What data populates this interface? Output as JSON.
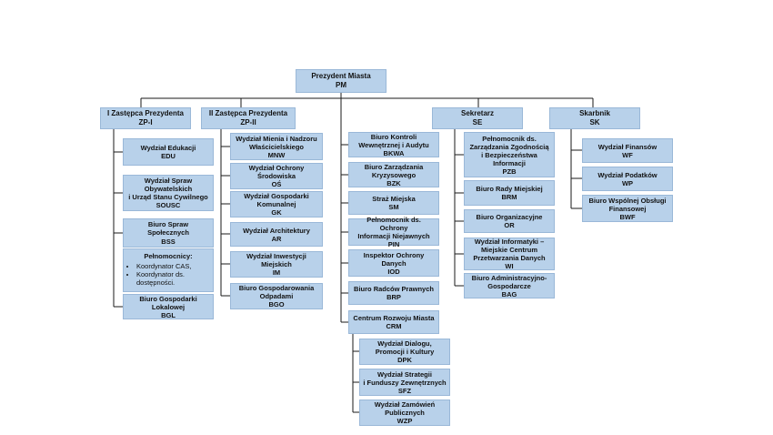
{
  "top": {
    "name": "Prezydent Miasta",
    "abbr": "PM"
  },
  "columns": [
    {
      "head": {
        "name": "I Zastępca Prezydenta",
        "abbr": "ZP-I"
      },
      "items": [
        {
          "name": "Wydział Edukacji",
          "abbr": "EDU"
        },
        {
          "name": "Wydział Spraw\nObywatelskich\ni Urząd Stanu Cywilnego",
          "abbr": "SOUSC"
        },
        {
          "name": "Biuro Spraw Społecznych",
          "abbr": "BSS"
        },
        {
          "name": "Biuro Gospodarki\nLokalowej",
          "abbr": "BGL"
        }
      ],
      "plenipotentiaries": {
        "title": "Pełnomocnicy:",
        "list": [
          "Koordynator CAS,",
          "Koordynator ds. dostępności."
        ]
      }
    },
    {
      "head": {
        "name": "II Zastępca Prezydenta",
        "abbr": "ZP-II"
      },
      "items": [
        {
          "name": "Wydział Mienia i Nadzoru\nWłaścicielskiego",
          "abbr": "MNW"
        },
        {
          "name": "Wydział Ochrony\nŚrodowiska",
          "abbr": "OŚ"
        },
        {
          "name": "Wydział Gospodarki\nKomunalnej",
          "abbr": "GK"
        },
        {
          "name": "Wydział Architektury",
          "abbr": "AR"
        },
        {
          "name": "Wydział Inwestycji\nMiejskich",
          "abbr": "IM"
        },
        {
          "name": "Biuro Gospodarowania\nOdpadami",
          "abbr": "BGO"
        }
      ]
    },
    {
      "items": [
        {
          "name": "Biuro Kontroli\nWewnętrznej i Audytu",
          "abbr": "BKWA"
        },
        {
          "name": "Biuro Zarządzania\nKryzysowego",
          "abbr": "BZK"
        },
        {
          "name": "Straż Miejska",
          "abbr": "SM"
        },
        {
          "name": "Pełnomocnik ds. Ochrony\nInformacji Niejawnych",
          "abbr": "PIN"
        },
        {
          "name": "Inspektor Ochrony\nDanych",
          "abbr": "IOD"
        },
        {
          "name": "Biuro Radców Prawnych",
          "abbr": "BRP"
        },
        {
          "name": "Centrum Rozwoju Miasta",
          "abbr": "CRM"
        }
      ],
      "sub_items": [
        {
          "name": "Wydział Dialogu,\nPromocji i Kultury",
          "abbr": "DPK"
        },
        {
          "name": "Wydział Strategii\ni Funduszy Zewnętrznych",
          "abbr": "SFZ"
        },
        {
          "name": "Wydział Zamówień\nPublicznych",
          "abbr": "WZP"
        }
      ]
    },
    {
      "head": {
        "name": "Sekretarz",
        "abbr": "SE"
      },
      "items": [
        {
          "name": "Pełnomocnik ds.\nZarządzania Zgodnością\ni Bezpieczeństwa\nInformacji",
          "abbr": "PZB"
        },
        {
          "name": "Biuro Rady Miejskiej",
          "abbr": "BRM"
        },
        {
          "name": "Biuro Organizacyjne",
          "abbr": "OR"
        },
        {
          "name": "Wydział Informatyki –\nMiejskie Centrum\nPrzetwarzania Danych",
          "abbr": "WI"
        },
        {
          "name": "Biuro Administracyjno-\nGospodarcze",
          "abbr": "BAG"
        }
      ]
    },
    {
      "head": {
        "name": "Skarbnik",
        "abbr": "SK"
      },
      "items": [
        {
          "name": "Wydział Finansów",
          "abbr": "WF"
        },
        {
          "name": "Wydział Podatków",
          "abbr": "WP"
        },
        {
          "name": "Biuro Wspólnej Obsługi\nFinansowej",
          "abbr": "BWF"
        }
      ]
    }
  ]
}
